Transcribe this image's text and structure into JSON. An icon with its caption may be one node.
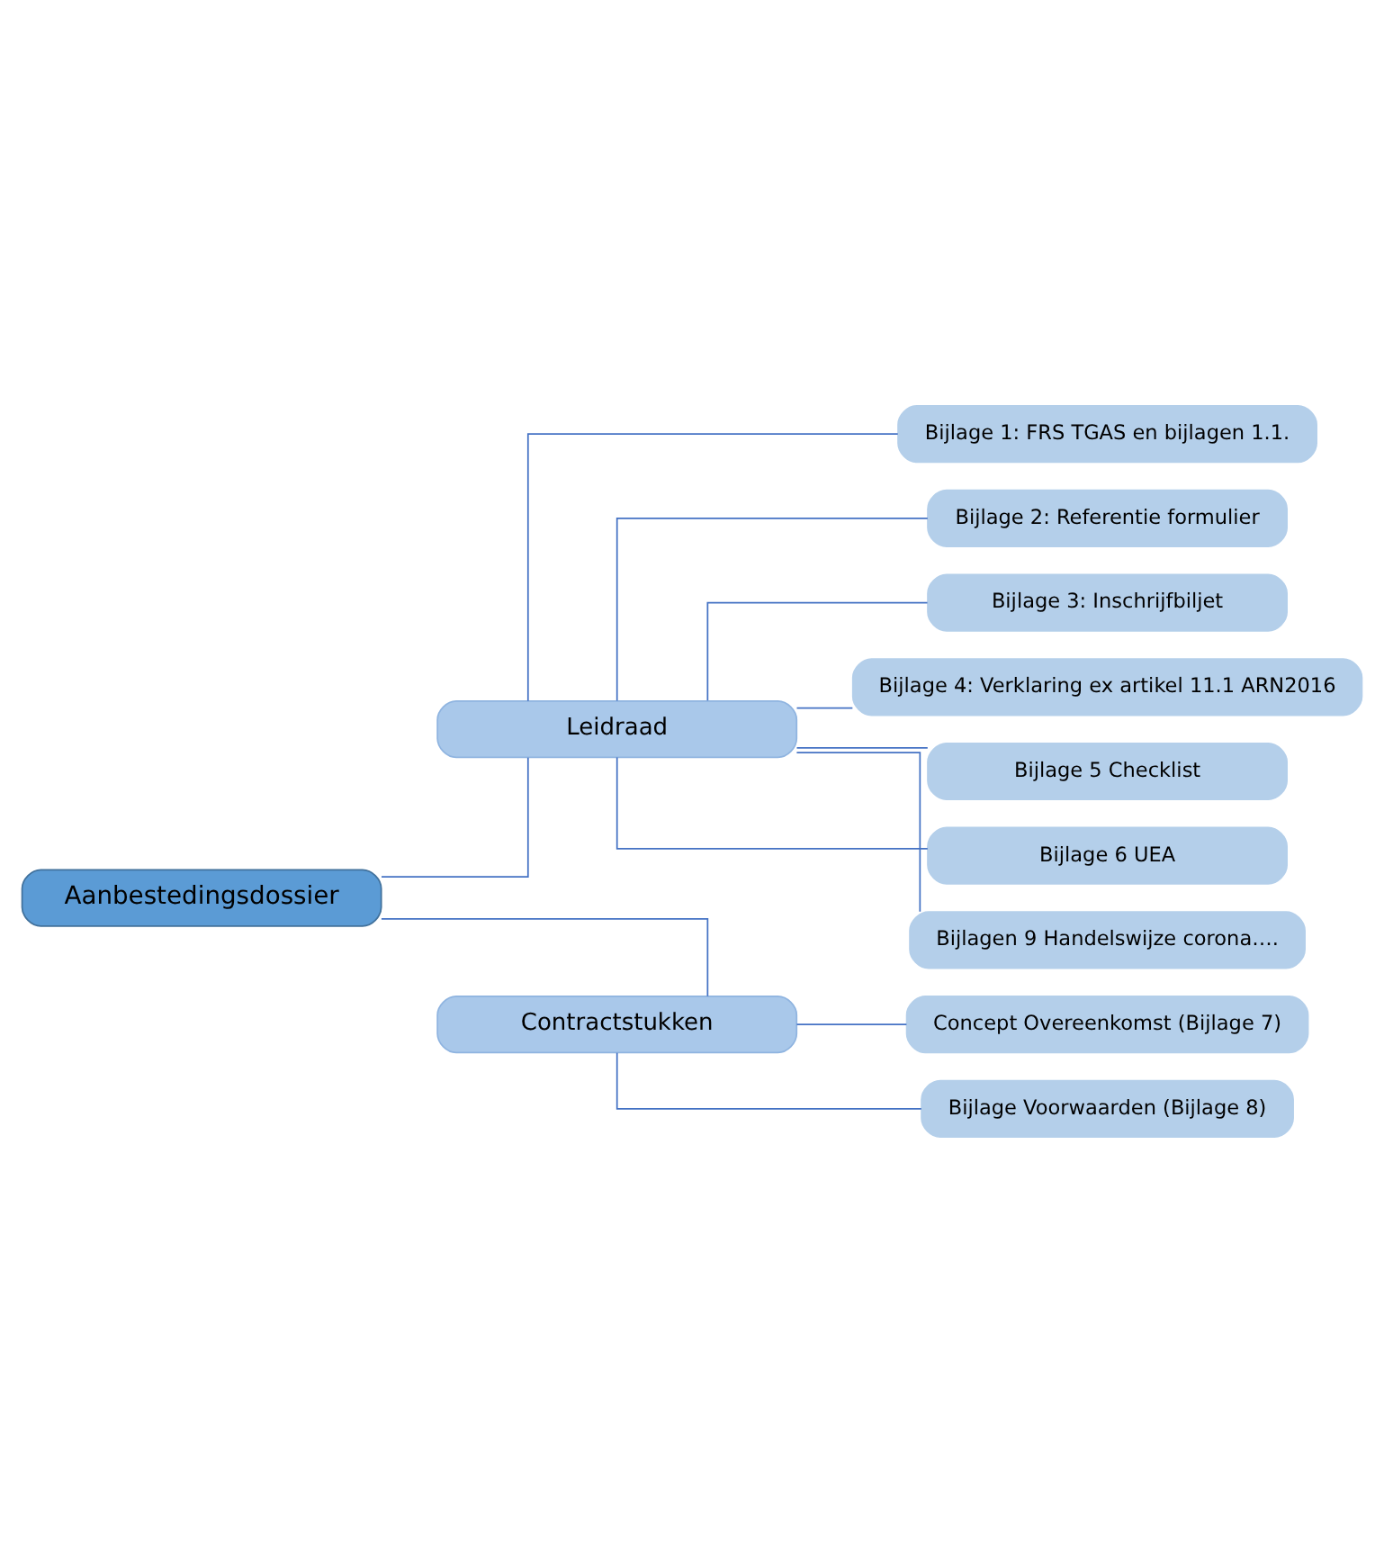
{
  "diagram": {
    "nodes": [
      {
        "text": [
          "Aanbestedingsdossier"
        ]
      },
      {
        "text": [
          "Leidraad"
        ]
      },
      {
        "text": [
          "Bijlage 1: FRS TGAS en bijlagen 1.1."
        ]
      },
      {
        "text": [
          "Bijlage 2: Referentie formulier"
        ]
      },
      {
        "text": [
          "Bijlage 3: Inschrijfbiljet"
        ]
      },
      {
        "text": [
          "Bijlage 4: Verklaring ex artikel 11.1 ARN2016"
        ]
      },
      {
        "text": [
          "Bijlage 5 Checklist"
        ]
      },
      {
        "text": [
          "Bijlage 6 UEA"
        ]
      },
      {
        "text": [
          "Bijlagen 9 Handelswijze corona…."
        ]
      },
      {
        "text": [
          "Contractstukken"
        ]
      },
      {
        "text": [
          "Concept Overeenkomst (Bijlage 7)"
        ]
      },
      {
        "text": [
          "Bijlage Voorwaarden (Bijlage 8)"
        ]
      }
    ],
    "edges": [
      {
        "from": 0,
        "to": 1,
        "arrow": "none"
      },
      {
        "from": 1,
        "to": 2,
        "arrow": "none"
      },
      {
        "from": 1,
        "to": 3,
        "arrow": "none"
      },
      {
        "from": 1,
        "to": 4,
        "arrow": "none"
      },
      {
        "from": 1,
        "to": 5,
        "arrow": "none"
      },
      {
        "from": 1,
        "to": 6,
        "arrow": "none"
      },
      {
        "from": 1,
        "to": 7,
        "arrow": "none"
      },
      {
        "from": 1,
        "to": 8,
        "arrow": "none"
      },
      {
        "from": 0,
        "to": 9,
        "arrow": "none"
      },
      {
        "from": 9,
        "to": 10,
        "arrow": "none"
      },
      {
        "from": 9,
        "to": 11,
        "arrow": "none"
      }
    ]
  }
}
